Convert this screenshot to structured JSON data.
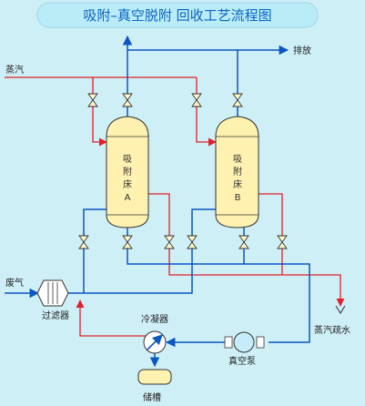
{
  "title": "吸附–真空脱附 回收工艺流程图",
  "labels": {
    "steam_in": "蒸汽",
    "vent": "排放",
    "exhaust_gas": "废气",
    "filter": "过滤器",
    "condenser": "冷凝器",
    "storage_tank": "储槽",
    "vacuum_pump": "真空泵",
    "steam_condensate": "蒸汽疏水"
  },
  "beds": [
    {
      "lines": [
        "吸",
        "附",
        "床",
        "A"
      ]
    },
    {
      "lines": [
        "吸",
        "附",
        "床",
        "B"
      ]
    }
  ],
  "colors": {
    "background": "#cfeff6",
    "title_fill": "#b9ecf7",
    "title_text": "#0b64c4",
    "water_line": "#0a57c2",
    "steam_line": "#e0202a",
    "vessel_fill": "#fff2b0",
    "valve_fill": "#fff6c8"
  },
  "icons": [
    "valve-icon",
    "filter-icon",
    "condenser-icon",
    "pump-icon",
    "tank-icon",
    "drain-icon",
    "arrow-icon"
  ]
}
